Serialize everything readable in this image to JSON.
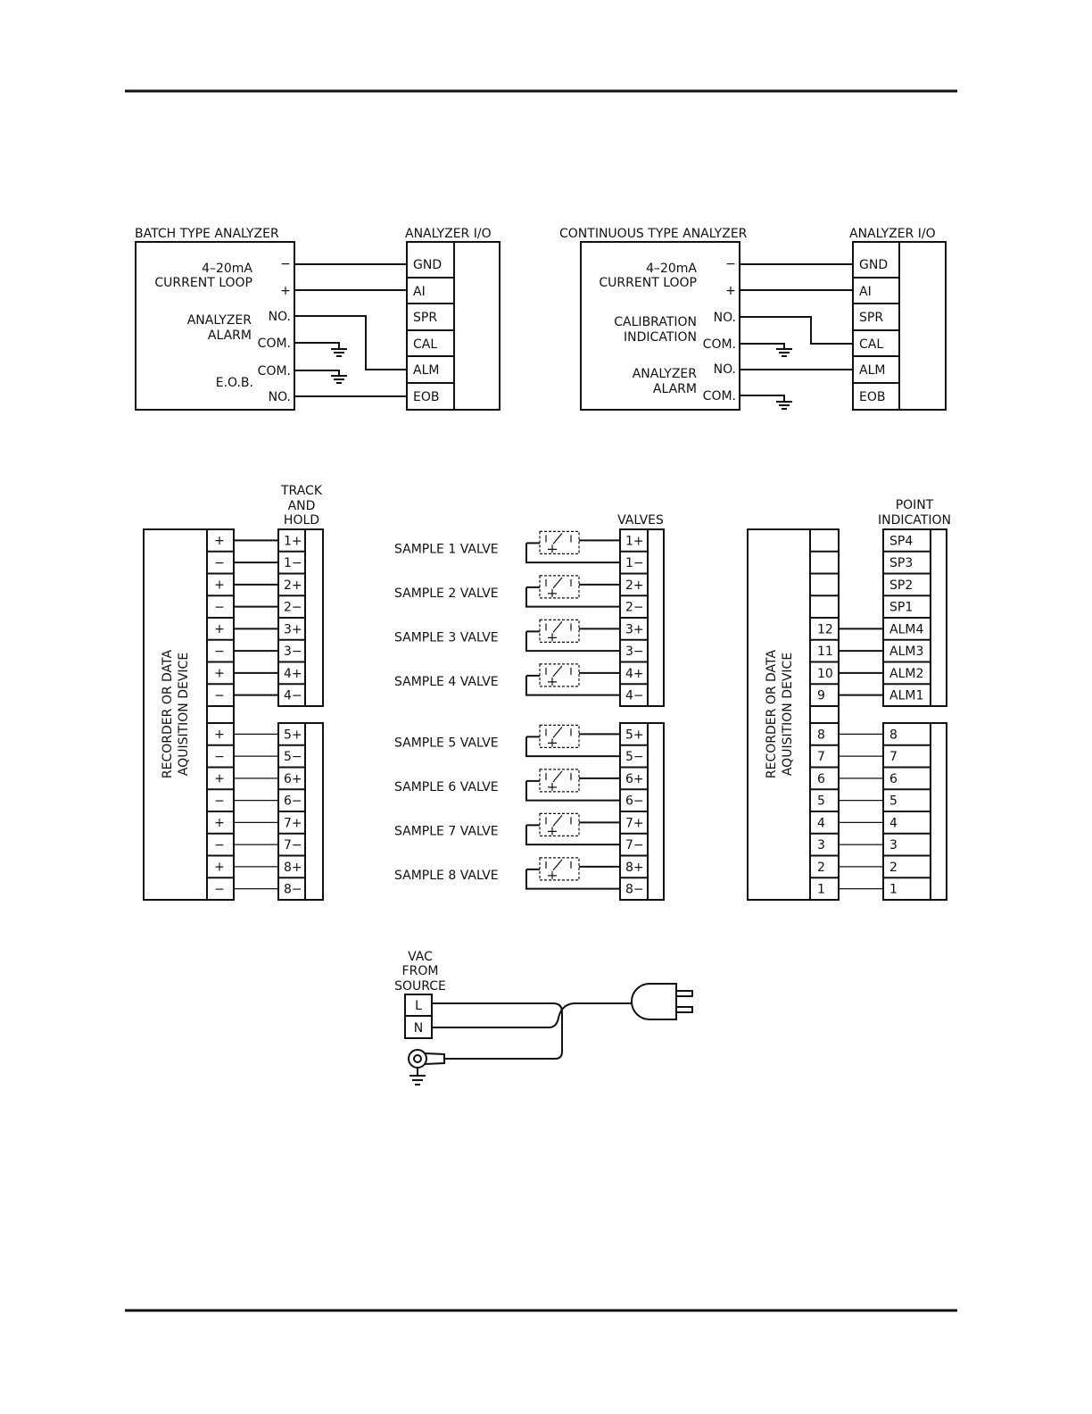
{
  "batch": {
    "title": "BATCH  TYPE  ANALYZER",
    "io_title": "ANALYZER  I/O",
    "loop_line1": "4–20mA",
    "loop_line2": "CURRENT  LOOP",
    "minus": "−",
    "plus": "+",
    "alarm_line1": "ANALYZER",
    "alarm_line2": "ALARM",
    "eob": "E.O.B.",
    "no1": "NO.",
    "com1": "COM.",
    "com2": "COM.",
    "no2": "NO.",
    "terminals": [
      "GND",
      "AI",
      "SPR",
      "CAL",
      "ALM",
      "EOB"
    ]
  },
  "continuous": {
    "title": "CONTINUOUS  TYPE  ANALYZER",
    "io_title": "ANALYZER  I/O",
    "loop_line1": "4–20mA",
    "loop_line2": "CURRENT  LOOP",
    "minus": "−",
    "plus": "+",
    "cal_line1": "CALIBRATION",
    "cal_line2": "INDICATION",
    "alarm_line1": "ANALYZER",
    "alarm_line2": "ALARM",
    "no1": "NO.",
    "com1": "COM.",
    "no2": "NO.",
    "com2": "COM.",
    "terminals": [
      "GND",
      "AI",
      "SPR",
      "CAL",
      "ALM",
      "EOB"
    ]
  },
  "track_hold": {
    "header_line1": "TRACK",
    "header_line2": "AND",
    "header_line3": "HOLD",
    "device_line1": "RECORDER  OR  DATA",
    "device_line2": "AQUISITION  DEVICE",
    "device_terms": [
      "+",
      "−",
      "+",
      "−",
      "+",
      "−",
      "+",
      "−",
      "+",
      "−",
      "+",
      "−",
      "+",
      "−",
      "+",
      "−"
    ],
    "terminals": [
      "1+",
      "1−",
      "2+",
      "2−",
      "3+",
      "3−",
      "4+",
      "4−",
      "5+",
      "5−",
      "6+",
      "6−",
      "7+",
      "7−",
      "8+",
      "8−"
    ]
  },
  "valves": {
    "header": "VALVES",
    "samples": [
      "SAMPLE  1  VALVE",
      "SAMPLE  2  VALVE",
      "SAMPLE  3  VALVE",
      "SAMPLE  4  VALVE",
      "SAMPLE  5  VALVE",
      "SAMPLE  6  VALVE",
      "SAMPLE  7  VALVE",
      "SAMPLE  8  VALVE"
    ],
    "terminals": [
      "1+",
      "1−",
      "2+",
      "2−",
      "3+",
      "3−",
      "4+",
      "4−",
      "5+",
      "5−",
      "6+",
      "6−",
      "7+",
      "7−",
      "8+",
      "8−"
    ]
  },
  "point": {
    "header_line1": "POINT",
    "header_line2": "INDICATION",
    "device_line1": "RECORDER  OR  DATA",
    "device_line2": "AQUISITION  DEVICE",
    "device_terms": [
      "",
      "",
      "",
      "",
      "12",
      "11",
      "10",
      "9",
      "8",
      "7",
      "6",
      "5",
      "4",
      "3",
      "2",
      "1"
    ],
    "terminals": [
      "SP4",
      "SP3",
      "SP2",
      "SP1",
      "ALM4",
      "ALM3",
      "ALM2",
      "ALM1",
      "8",
      "7",
      "6",
      "5",
      "4",
      "3",
      "2",
      "1"
    ]
  },
  "power": {
    "header_line1": "VAC",
    "header_line2": "FROM",
    "header_line3": "SOURCE",
    "terminals": [
      "L",
      "N"
    ]
  }
}
